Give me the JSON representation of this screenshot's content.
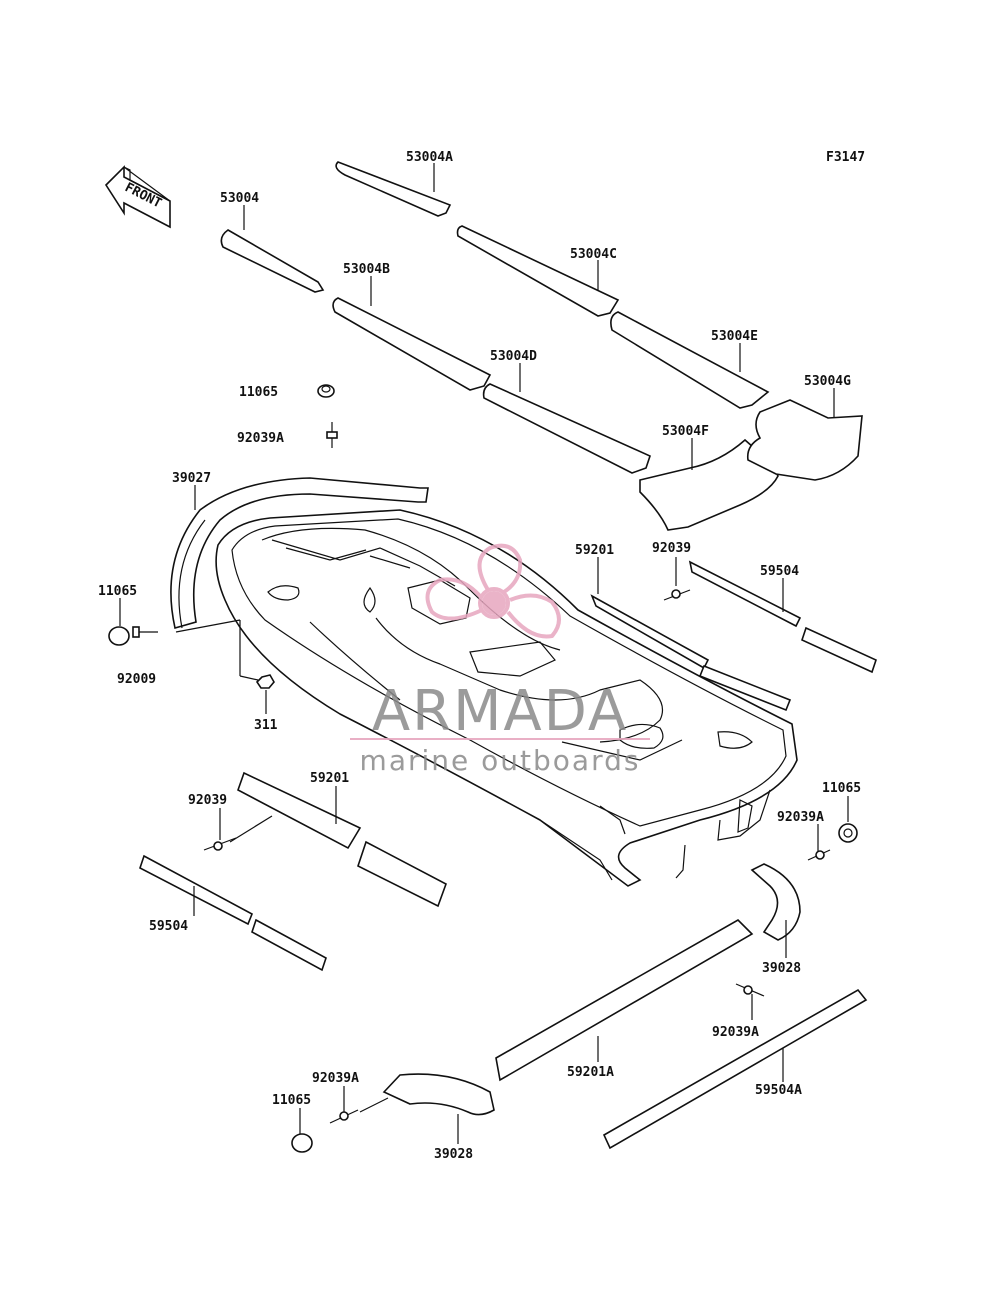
{
  "figure_code": "F3147",
  "front_label": "FRONT",
  "watermark": {
    "brand": "ARMADA",
    "tagline": "marine outboards",
    "brand_color": "#8a8a8a",
    "accent_color": "#e7a6bf"
  },
  "labels": {
    "p53004": "53004",
    "p53004A": "53004A",
    "p53004B": "53004B",
    "p53004C": "53004C",
    "p53004D": "53004D",
    "p53004E": "53004E",
    "p53004F": "53004F",
    "p53004G": "53004G",
    "p11065a": "11065",
    "p92039Aa": "92039A",
    "p39027": "39027",
    "p11065b": "11065",
    "p92009": "92009",
    "p311": "311",
    "p59201a": "59201",
    "p92039a": "92039",
    "p59504a": "59504",
    "p59201b": "59201",
    "p92039b": "92039",
    "p59504b": "59504",
    "p11065c": "11065",
    "p92039Ab": "92039A",
    "p39028a": "39028",
    "p92039Ac": "92039A",
    "p59201A": "59201A",
    "p59504A": "59504A",
    "p92039Ad": "92039A",
    "p11065d": "11065",
    "p39028b": "39028"
  }
}
